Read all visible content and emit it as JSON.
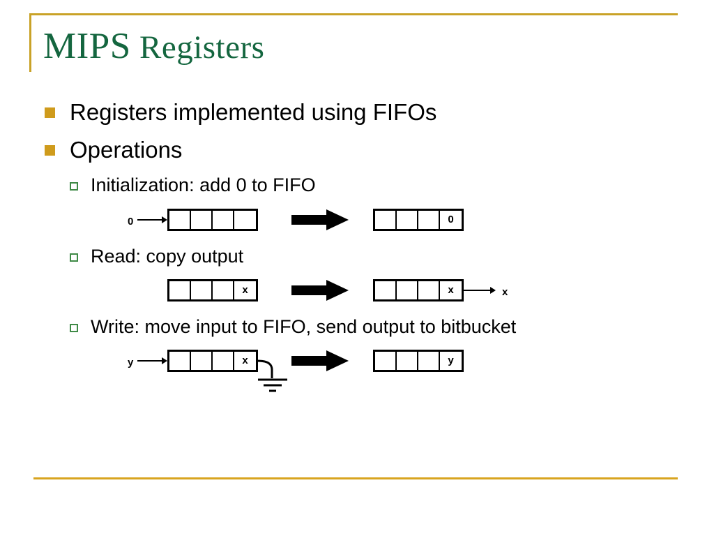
{
  "slide": {
    "title_lead": "MIPS",
    "title_rest": " Registers",
    "accent_gold": "#c9a227",
    "accent_green": "#14663f",
    "bullet_gold": "#cf9b1c",
    "bullet_green": "#3f8a46"
  },
  "bullets": {
    "b1": "Registers implemented using FIFOs",
    "b2": "Operations",
    "s1": "Initialization: add 0 to FIFO",
    "s2": "Read: copy output",
    "s3": "Write: move input to FIFO, send output to bitbucket"
  },
  "diagrams": {
    "init": {
      "input_label": "0",
      "before_cells": [
        "",
        "",
        "",
        ""
      ],
      "after_cells": [
        "",
        "",
        "",
        "0"
      ],
      "arrow_icon": "block-arrow-right-icon"
    },
    "read": {
      "before_cells": [
        "",
        "",
        "",
        "x"
      ],
      "after_cells": [
        "",
        "",
        "",
        "x"
      ],
      "output_label": "x",
      "arrow_icon": "block-arrow-right-icon"
    },
    "write": {
      "input_label": "y",
      "before_cells": [
        "",
        "",
        "",
        "x"
      ],
      "after_cells": [
        "",
        "",
        "",
        "y"
      ],
      "ground_icon": "ground-symbol-icon",
      "arrow_icon": "block-arrow-right-icon"
    }
  }
}
